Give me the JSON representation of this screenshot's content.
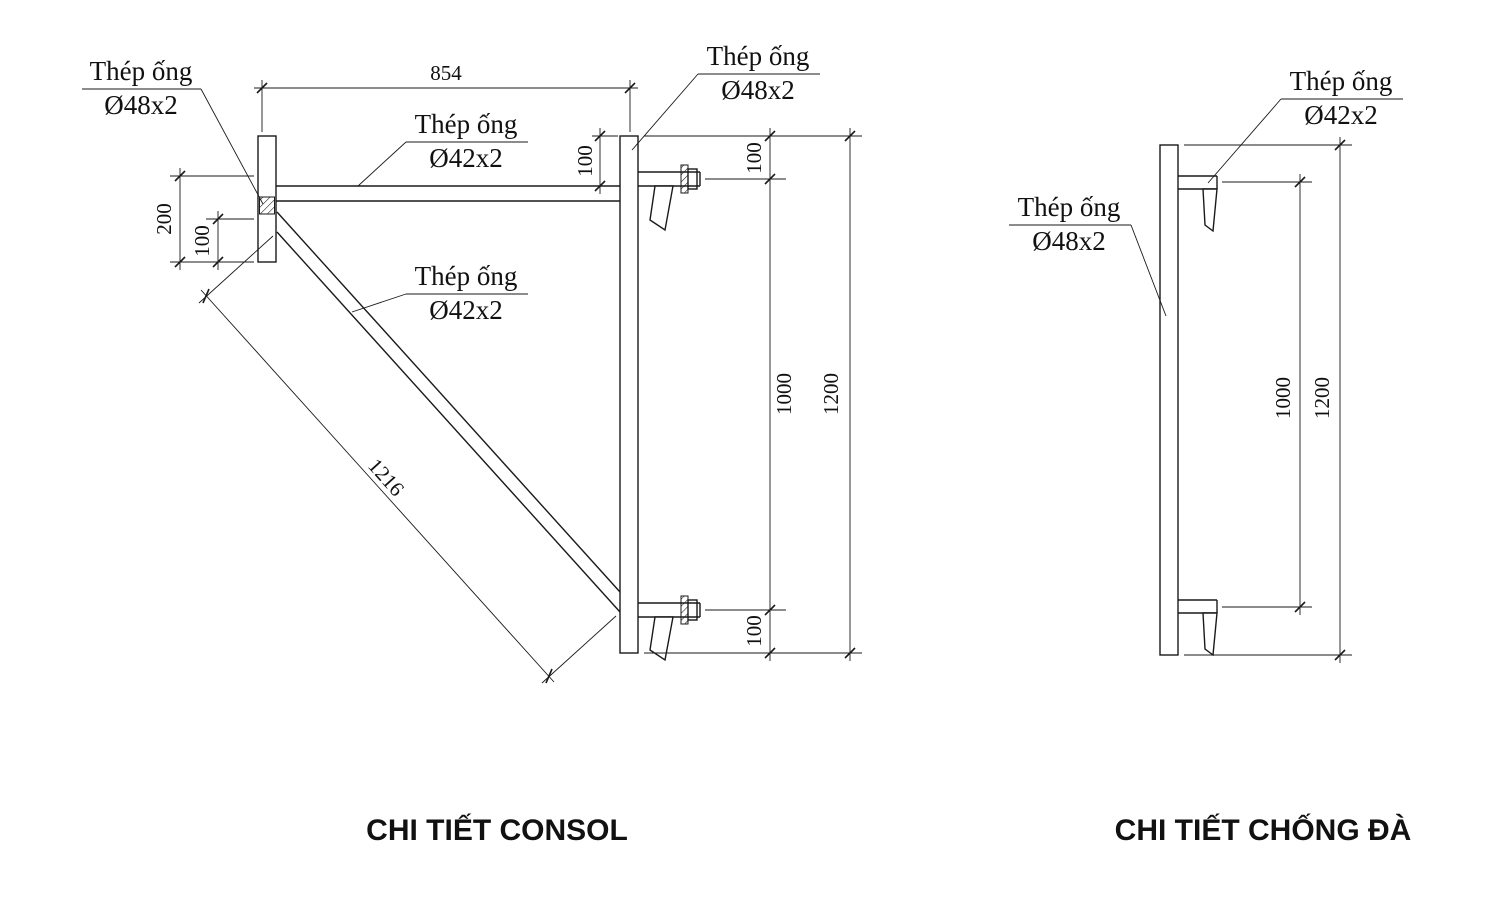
{
  "ink_color": "#1a1a1a",
  "console": {
    "title": "CHI TIẾT CONSOL",
    "labels": {
      "left_post": {
        "material": "Thép ống",
        "size": "Ø48x2"
      },
      "top_pipe": {
        "material": "Thép ống",
        "size": "Ø42x2"
      },
      "right_pipe": {
        "material": "Thép ống",
        "size": "Ø48x2"
      },
      "diagonal_pipe": {
        "material": "Thép ống",
        "size": "Ø42x2"
      }
    },
    "dims": {
      "top_width": "854",
      "pipe_offset": "100",
      "left_total": "200",
      "left_lower": "100",
      "diagonal": "1216",
      "right_top": "100",
      "right_middle": "1000",
      "right_bottom": "100",
      "right_total": "1200"
    }
  },
  "brace": {
    "title": "CHI TIẾT CHỐNG ĐÀ",
    "labels": {
      "hook": {
        "material": "Thép ống",
        "size": "Ø42x2"
      },
      "pipe": {
        "material": "Thép ống",
        "size": "Ø48x2"
      }
    },
    "dims": {
      "inner": "1000",
      "total": "1200"
    }
  }
}
